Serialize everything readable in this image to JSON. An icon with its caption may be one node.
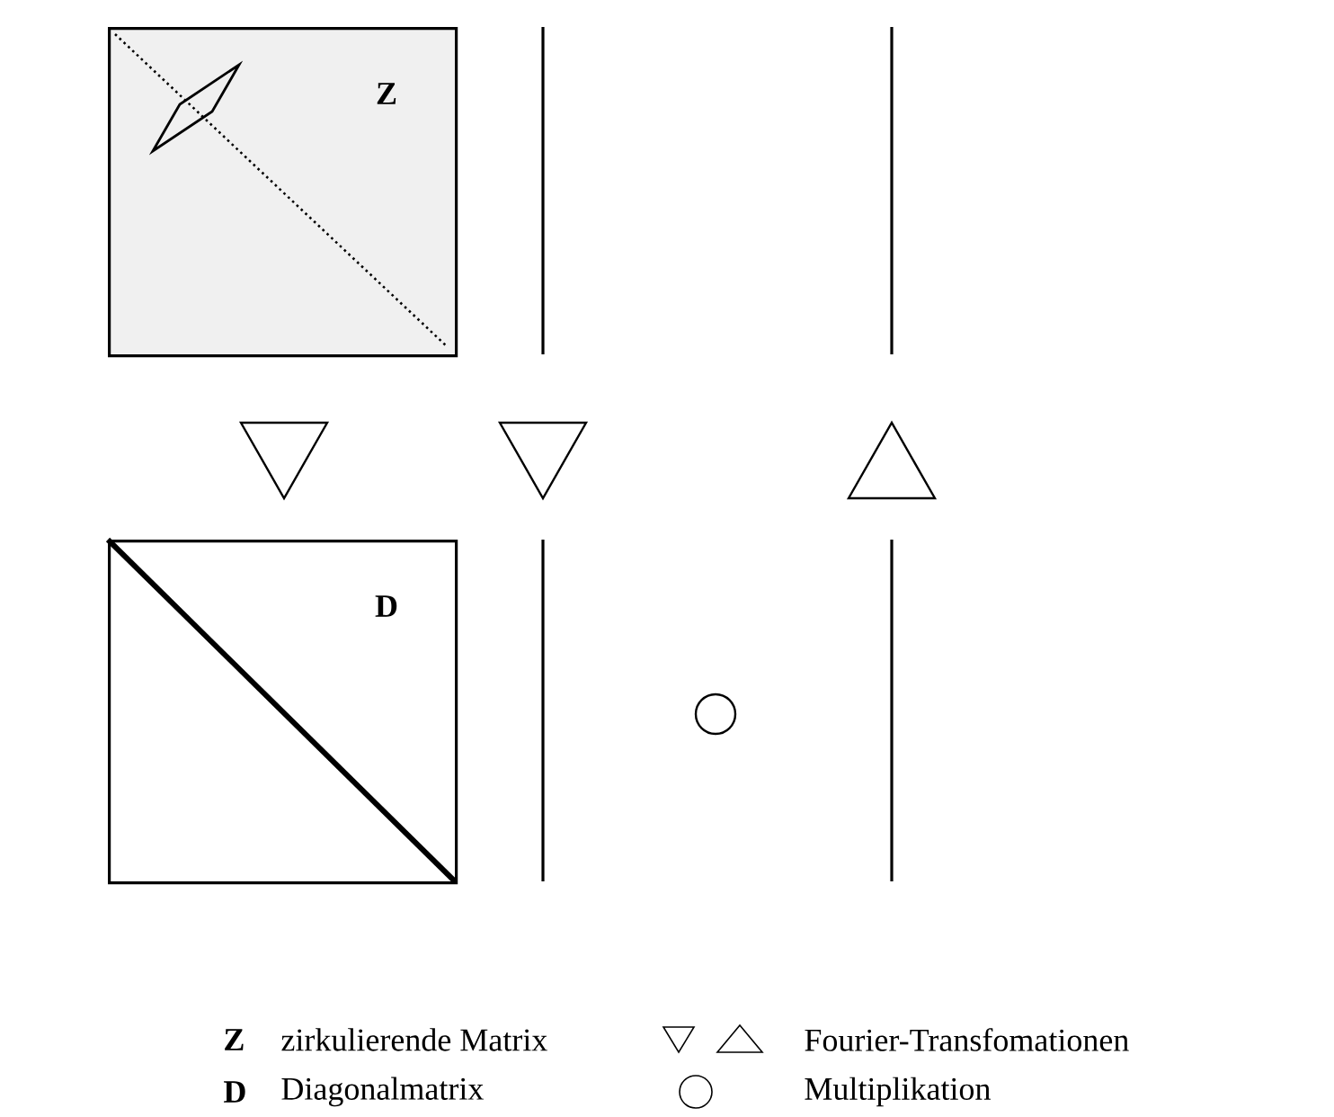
{
  "diagram": {
    "nodes": [
      {
        "text": [
          "Z"
        ]
      },
      {
        "text": [
          "D"
        ]
      }
    ],
    "edges": [],
    "labels": [
      "Z",
      "zirkulierende Matrix",
      "D",
      "Diagonalmatrix"
    ],
    "legend": [
      {
        "text": "Fourier-Transfomationen"
      },
      {
        "text": "Multiplikation"
      }
    ]
  }
}
